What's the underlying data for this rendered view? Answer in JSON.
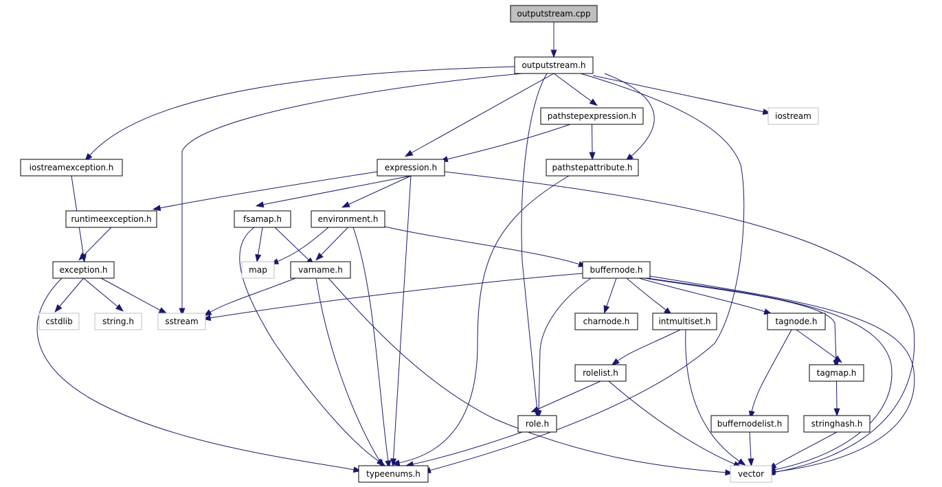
{
  "diagram": {
    "style": {
      "edge_color": "#191970",
      "root_fill": "#bfbfbf",
      "node_fill": "#ffffff",
      "node_border": "#000000",
      "external_border": "#bfbfbf",
      "text_color": "#000000"
    },
    "nodes": [
      {
        "id": "outputstream_cpp",
        "label": "outputstream.cpp",
        "kind": "root"
      },
      {
        "id": "outputstream_h",
        "label": "outputstream.h",
        "kind": "internal"
      },
      {
        "id": "pathstepexpression_h",
        "label": "pathstepexpression.h",
        "kind": "internal"
      },
      {
        "id": "iostream",
        "label": "iostream",
        "kind": "external"
      },
      {
        "id": "iostreamexception_h",
        "label": "iostreamexception.h",
        "kind": "internal"
      },
      {
        "id": "expression_h",
        "label": "expression.h",
        "kind": "internal"
      },
      {
        "id": "pathstepattribute_h",
        "label": "pathstepattribute.h",
        "kind": "internal"
      },
      {
        "id": "runtimeexception_h",
        "label": "runtimeexception.h",
        "kind": "internal"
      },
      {
        "id": "fsamap_h",
        "label": "fsamap.h",
        "kind": "internal"
      },
      {
        "id": "environment_h",
        "label": "environment.h",
        "kind": "internal"
      },
      {
        "id": "exception_h",
        "label": "exception.h",
        "kind": "internal"
      },
      {
        "id": "map",
        "label": "map",
        "kind": "external"
      },
      {
        "id": "varname_h",
        "label": "varname.h",
        "kind": "internal"
      },
      {
        "id": "buffernode_h",
        "label": "buffernode.h",
        "kind": "internal"
      },
      {
        "id": "cstdlib",
        "label": "cstdlib",
        "kind": "external"
      },
      {
        "id": "string_h",
        "label": "string.h",
        "kind": "external"
      },
      {
        "id": "sstream",
        "label": "sstream",
        "kind": "external"
      },
      {
        "id": "charnode_h",
        "label": "charnode.h",
        "kind": "internal"
      },
      {
        "id": "intmultiset_h",
        "label": "intmultiset.h",
        "kind": "internal"
      },
      {
        "id": "tagnode_h",
        "label": "tagnode.h",
        "kind": "internal"
      },
      {
        "id": "rolelist_h",
        "label": "rolelist.h",
        "kind": "internal"
      },
      {
        "id": "tagmap_h",
        "label": "tagmap.h",
        "kind": "internal"
      },
      {
        "id": "role_h",
        "label": "role.h",
        "kind": "internal"
      },
      {
        "id": "buffernodelist_h",
        "label": "buffernodelist.h",
        "kind": "internal"
      },
      {
        "id": "stringhash_h",
        "label": "stringhash.h",
        "kind": "internal"
      },
      {
        "id": "typeenums_h",
        "label": "typeenums.h",
        "kind": "internal"
      },
      {
        "id": "vector",
        "label": "vector",
        "kind": "external"
      }
    ],
    "edges": [
      {
        "from": "outputstream_cpp",
        "to": "outputstream_h"
      },
      {
        "from": "outputstream_h",
        "to": "iostreamexception_h"
      },
      {
        "from": "outputstream_h",
        "to": "sstream"
      },
      {
        "from": "outputstream_h",
        "to": "expression_h"
      },
      {
        "from": "outputstream_h",
        "to": "role_h"
      },
      {
        "from": "outputstream_h",
        "to": "pathstepexpression_h"
      },
      {
        "from": "outputstream_h",
        "to": "pathstepattribute_h"
      },
      {
        "from": "outputstream_h",
        "to": "typeenums_h"
      },
      {
        "from": "outputstream_h",
        "to": "iostream"
      },
      {
        "from": "pathstepexpression_h",
        "to": "expression_h"
      },
      {
        "from": "pathstepexpression_h",
        "to": "pathstepattribute_h"
      },
      {
        "from": "pathstepattribute_h",
        "to": "typeenums_h"
      },
      {
        "from": "iostreamexception_h",
        "to": "exception_h"
      },
      {
        "from": "expression_h",
        "to": "runtimeexception_h"
      },
      {
        "from": "expression_h",
        "to": "fsamap_h"
      },
      {
        "from": "expression_h",
        "to": "environment_h"
      },
      {
        "from": "expression_h",
        "to": "typeenums_h"
      },
      {
        "from": "expression_h",
        "to": "vector"
      },
      {
        "from": "runtimeexception_h",
        "to": "exception_h"
      },
      {
        "from": "fsamap_h",
        "to": "map"
      },
      {
        "from": "fsamap_h",
        "to": "varname_h"
      },
      {
        "from": "fsamap_h",
        "to": "typeenums_h"
      },
      {
        "from": "environment_h",
        "to": "map"
      },
      {
        "from": "environment_h",
        "to": "varname_h"
      },
      {
        "from": "environment_h",
        "to": "typeenums_h"
      },
      {
        "from": "environment_h",
        "to": "buffernode_h"
      },
      {
        "from": "exception_h",
        "to": "cstdlib"
      },
      {
        "from": "exception_h",
        "to": "string_h"
      },
      {
        "from": "exception_h",
        "to": "sstream"
      },
      {
        "from": "exception_h",
        "to": "typeenums_h"
      },
      {
        "from": "varname_h",
        "to": "sstream"
      },
      {
        "from": "varname_h",
        "to": "typeenums_h"
      },
      {
        "from": "varname_h",
        "to": "vector"
      },
      {
        "from": "buffernode_h",
        "to": "sstream"
      },
      {
        "from": "buffernode_h",
        "to": "charnode_h"
      },
      {
        "from": "buffernode_h",
        "to": "intmultiset_h"
      },
      {
        "from": "buffernode_h",
        "to": "tagnode_h"
      },
      {
        "from": "buffernode_h",
        "to": "tagmap_h"
      },
      {
        "from": "buffernode_h",
        "to": "role_h"
      },
      {
        "from": "buffernode_h",
        "to": "vector"
      },
      {
        "from": "buffernode_h",
        "to": "typeenums_h"
      },
      {
        "from": "intmultiset_h",
        "to": "rolelist_h"
      },
      {
        "from": "intmultiset_h",
        "to": "vector"
      },
      {
        "from": "rolelist_h",
        "to": "role_h"
      },
      {
        "from": "rolelist_h",
        "to": "vector"
      },
      {
        "from": "role_h",
        "to": "typeenums_h"
      },
      {
        "from": "tagnode_h",
        "to": "tagmap_h"
      },
      {
        "from": "tagnode_h",
        "to": "buffernodelist_h"
      },
      {
        "from": "tagmap_h",
        "to": "stringhash_h"
      },
      {
        "from": "buffernodelist_h",
        "to": "vector"
      },
      {
        "from": "stringhash_h",
        "to": "vector"
      }
    ]
  }
}
